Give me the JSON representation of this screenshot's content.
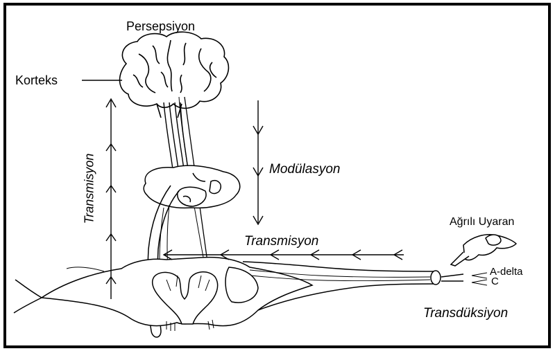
{
  "labels": {
    "perception": "Persepsiyon",
    "cortex": "Korteks",
    "transmission_vertical": "Transmisyon",
    "modulation": "Modülasyon",
    "transmission_horizontal": "Transmisyon",
    "stimulus": "Ağrılı Uyaran",
    "fiber_a_delta": "A-delta",
    "fiber_c": "C",
    "transduction": "Transdüksiyon"
  },
  "colors": {
    "ink": "#000000",
    "background": "#ffffff",
    "frame": "#000000"
  }
}
